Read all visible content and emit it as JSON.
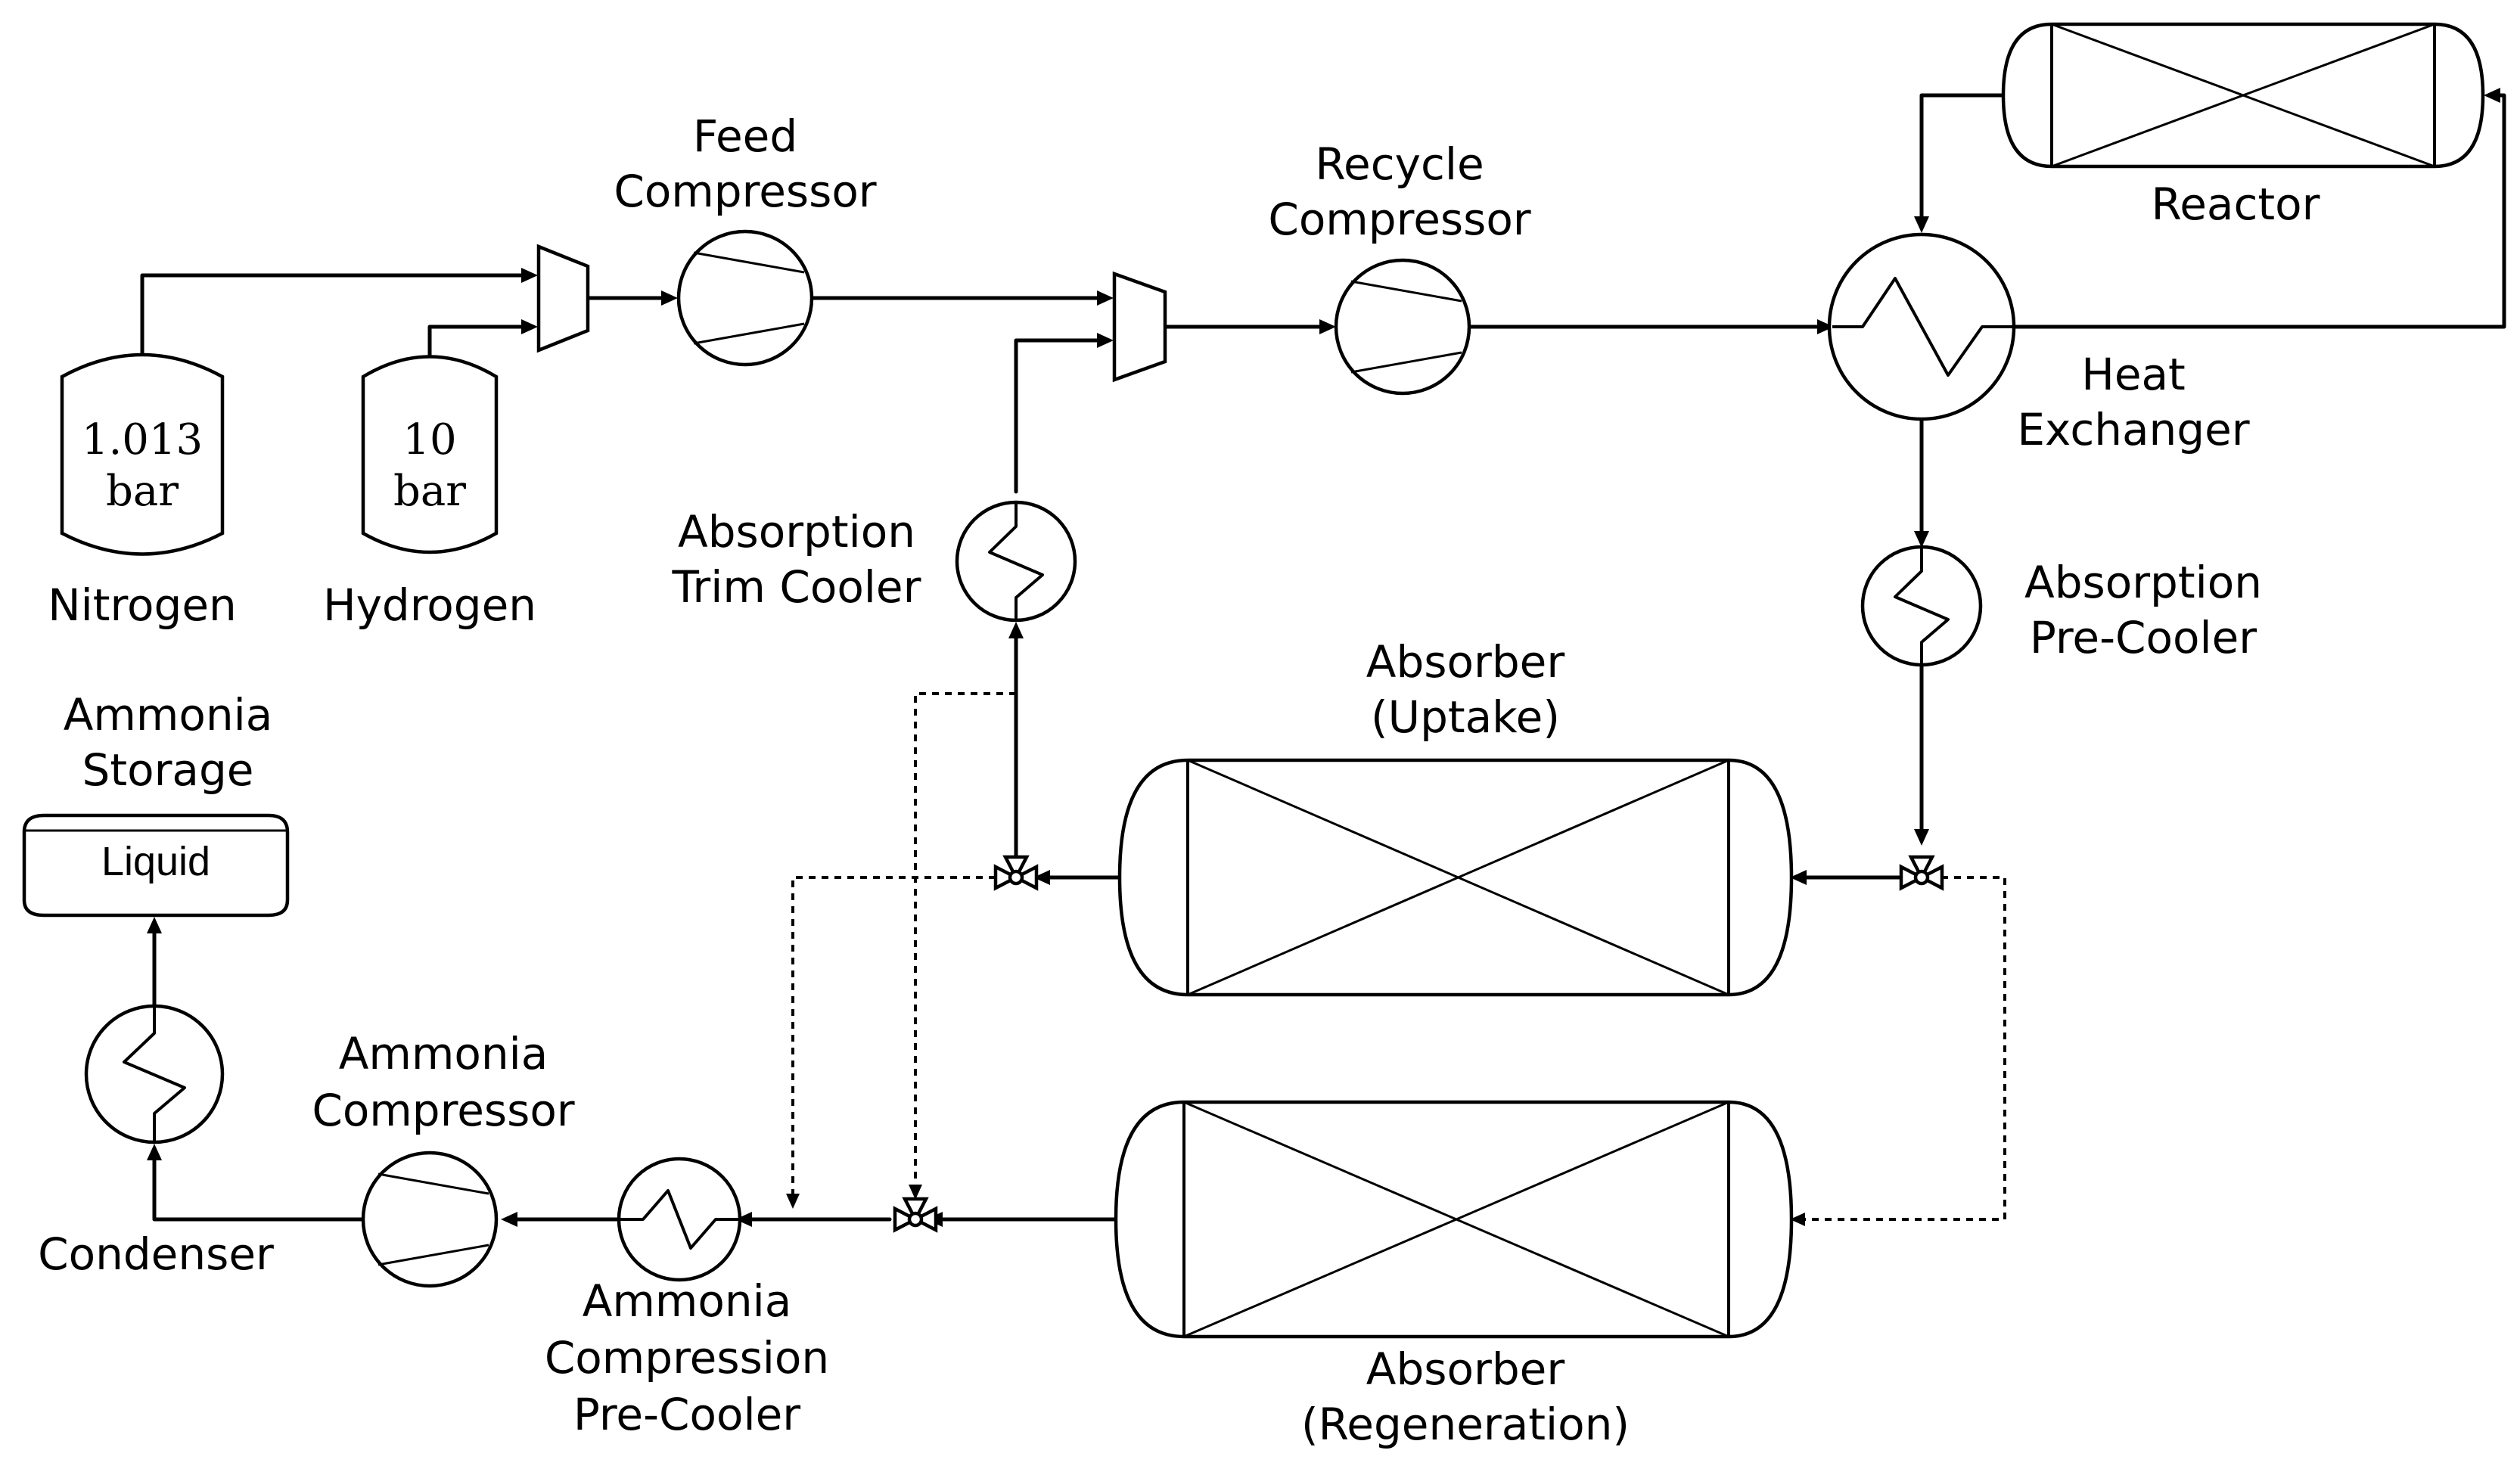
{
  "labels": {
    "feed_compressor": [
      "Feed",
      "Compressor"
    ],
    "recycle_compressor": [
      "Recycle",
      "Compressor"
    ],
    "reactor": "Reactor",
    "heat_exchanger": [
      "Heat",
      "Exchanger"
    ],
    "nitrogen": "Nitrogen",
    "hydrogen": "Hydrogen",
    "absorption_trim_cooler": [
      "Absorption",
      "Trim Cooler"
    ],
    "absorption_pre_cooler": [
      "Absorption",
      "Pre-Cooler"
    ],
    "absorber_uptake": [
      "Absorber",
      "(Uptake)"
    ],
    "absorber_regeneration": [
      "Absorber",
      "(Regeneration)"
    ],
    "ammonia_storage": [
      "Ammonia",
      "Storage"
    ],
    "ammonia_compressor": [
      "Ammonia",
      "Compressor"
    ],
    "ammonia_compression_pre_cooler": [
      "Ammonia",
      "Compression",
      "Pre-Cooler"
    ],
    "condenser": "Condenser"
  },
  "tanks": {
    "nitrogen_pressure": [
      "1.013",
      "bar"
    ],
    "hydrogen_pressure": [
      "10",
      "bar"
    ],
    "storage_phase": "Liquid"
  }
}
